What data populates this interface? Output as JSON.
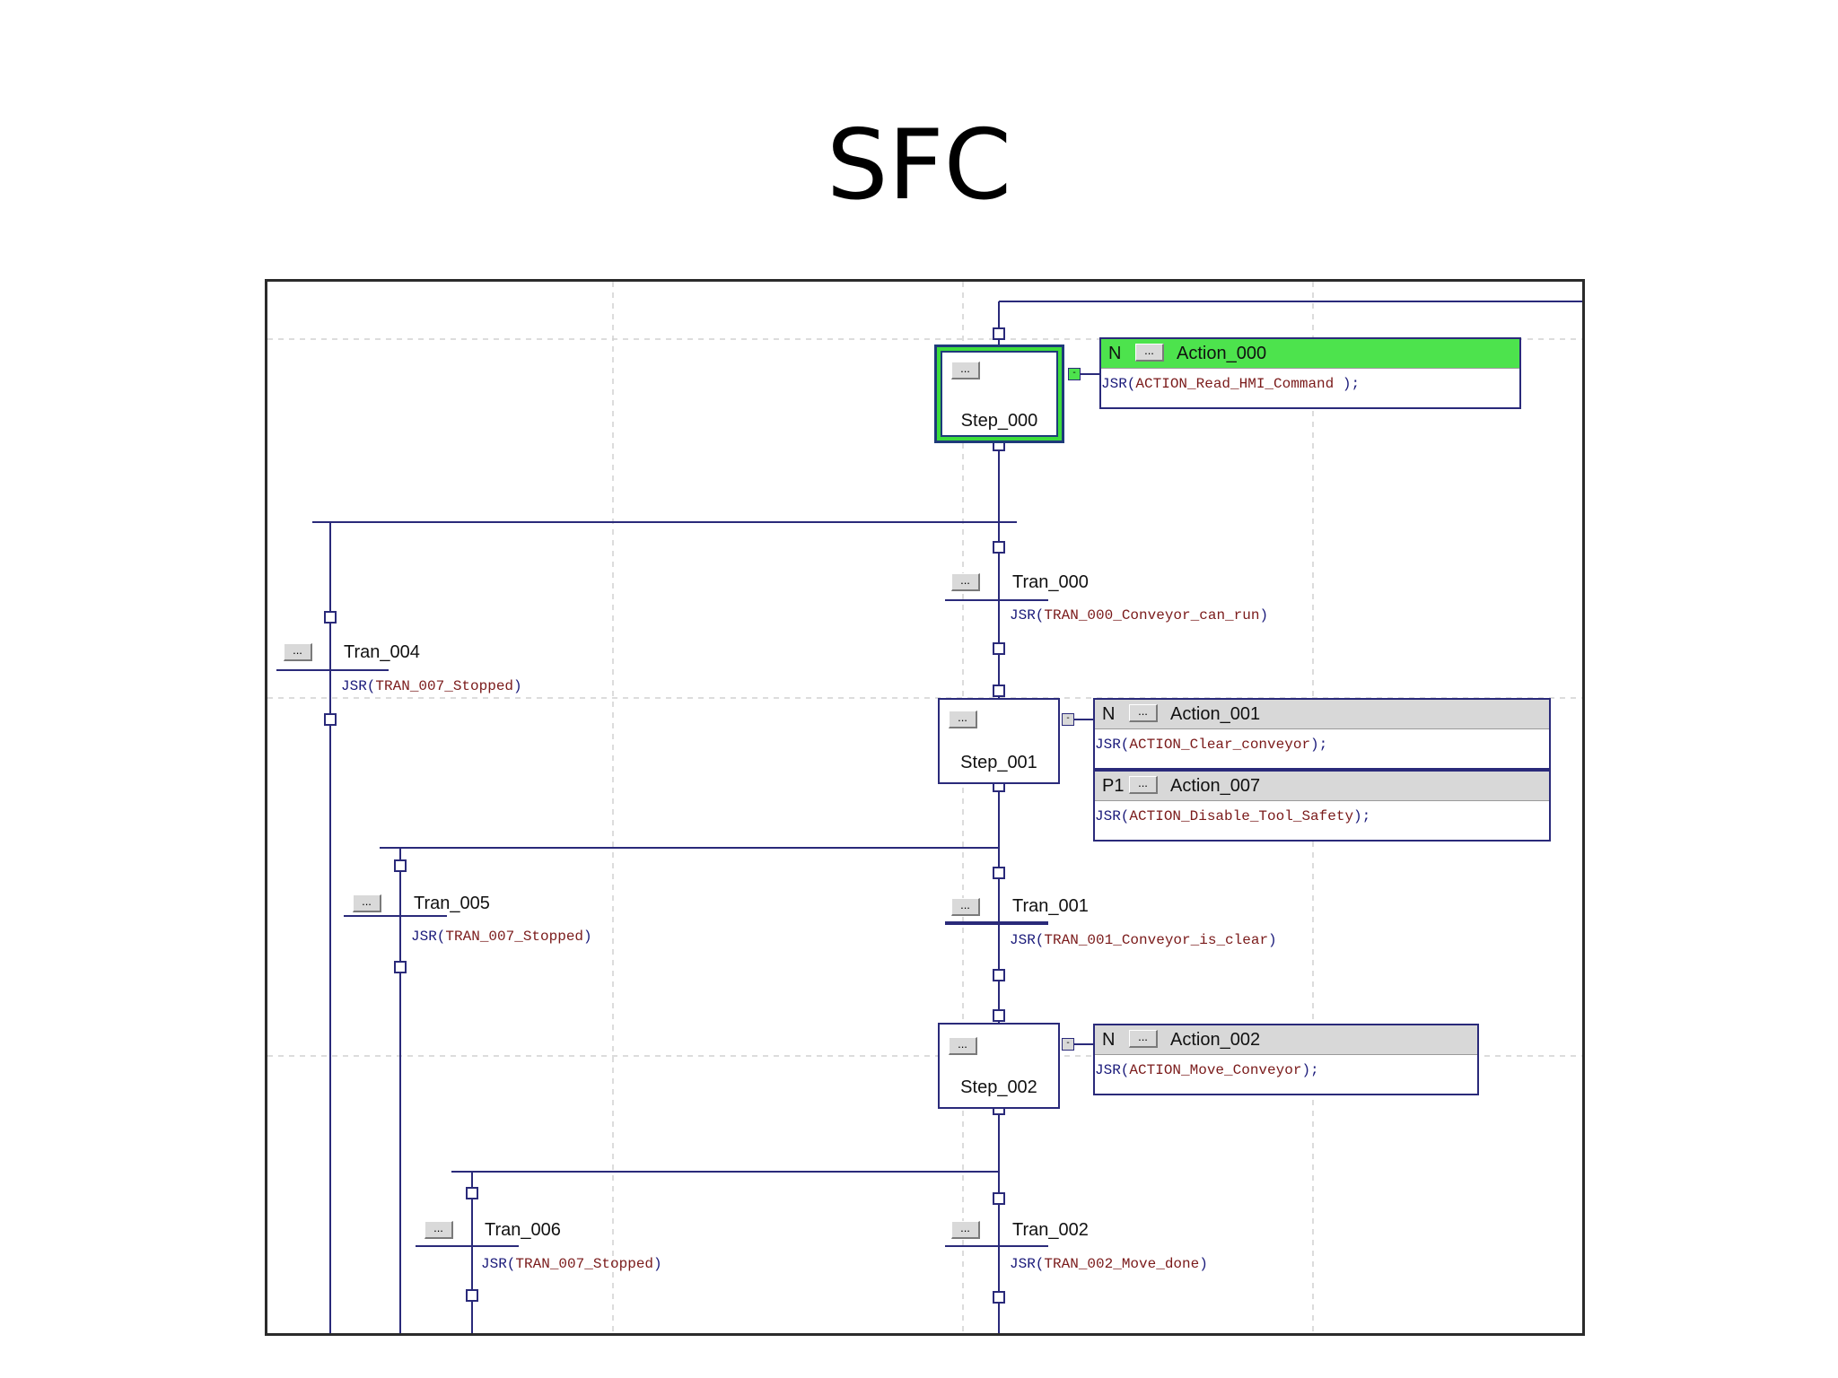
{
  "slide": {
    "title": "SFC"
  },
  "ellipsis": "...",
  "steps": [
    {
      "id": "step_000",
      "name": "Step_000",
      "active": true
    },
    {
      "id": "step_001",
      "name": "Step_001",
      "active": false
    },
    {
      "id": "step_002",
      "name": "Step_002",
      "active": false
    }
  ],
  "actions": [
    {
      "qualifier": "N",
      "name": "Action_000",
      "code_prefix": "JSR(",
      "code_name": "ACTION_Read_HMI_Command",
      "code_suffix": " );",
      "active": true
    },
    {
      "qualifier": "N",
      "name": "Action_001",
      "code_prefix": "JSR(",
      "code_name": "ACTION_Clear_conveyor",
      "code_suffix": ");",
      "active": false
    },
    {
      "qualifier": "P1",
      "name": "Action_007",
      "code_prefix": "JSR(",
      "code_name": "ACTION_Disable_Tool_Safety",
      "code_suffix": ");",
      "active": false
    },
    {
      "qualifier": "N",
      "name": "Action_002",
      "code_prefix": "JSR(",
      "code_name": "ACTION_Move_Conveyor",
      "code_suffix": ");",
      "active": false
    }
  ],
  "transitions": [
    {
      "name": "Tran_000",
      "code_prefix": "JSR(",
      "code_name": "TRAN_000_Conveyor_can_run",
      "code_suffix": ")"
    },
    {
      "name": "Tran_001",
      "code_prefix": "JSR(",
      "code_name": "TRAN_001_Conveyor_is_clear",
      "code_suffix": ")"
    },
    {
      "name": "Tran_002",
      "code_prefix": "JSR(",
      "code_name": "TRAN_002_Move_done",
      "code_suffix": ")"
    },
    {
      "name": "Tran_004",
      "code_prefix": "JSR(",
      "code_name": "TRAN_007_Stopped",
      "code_suffix": ")"
    },
    {
      "name": "Tran_005",
      "code_prefix": "JSR(",
      "code_name": "TRAN_007_Stopped",
      "code_suffix": ")"
    },
    {
      "name": "Tran_006",
      "code_prefix": "JSR(",
      "code_name": "TRAN_007_Stopped",
      "code_suffix": ")"
    }
  ],
  "colors": {
    "wire": "#2a2a7a",
    "grid": "#d0d0d0",
    "active": "#4de34d",
    "header": "#d8d8d8"
  }
}
